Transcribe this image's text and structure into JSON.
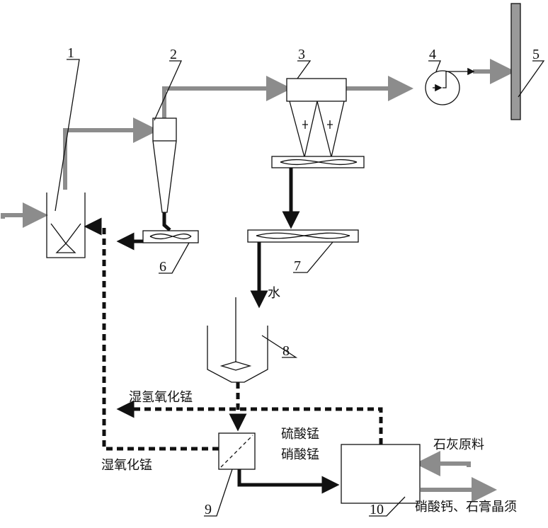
{
  "labels": {
    "n1": "1",
    "n2": "2",
    "n3": "3",
    "n4": "4",
    "n5": "5",
    "n6": "6",
    "n7": "7",
    "n8": "8",
    "n9": "9",
    "n10": "10"
  },
  "texts": {
    "water": "水",
    "wet_manganese_hydroxide": "湿氢氧化锰",
    "wet_manganese_oxide": "湿氧化锰",
    "manganese_sulfate": "硫酸锰",
    "manganese_nitrate": "硝酸锰",
    "lime_raw_material": "石灰原料",
    "products": "硝酸钙、石膏晶须"
  },
  "colors": {
    "gas_flow": "#8c8c8c",
    "solid_flow": "#111111"
  }
}
